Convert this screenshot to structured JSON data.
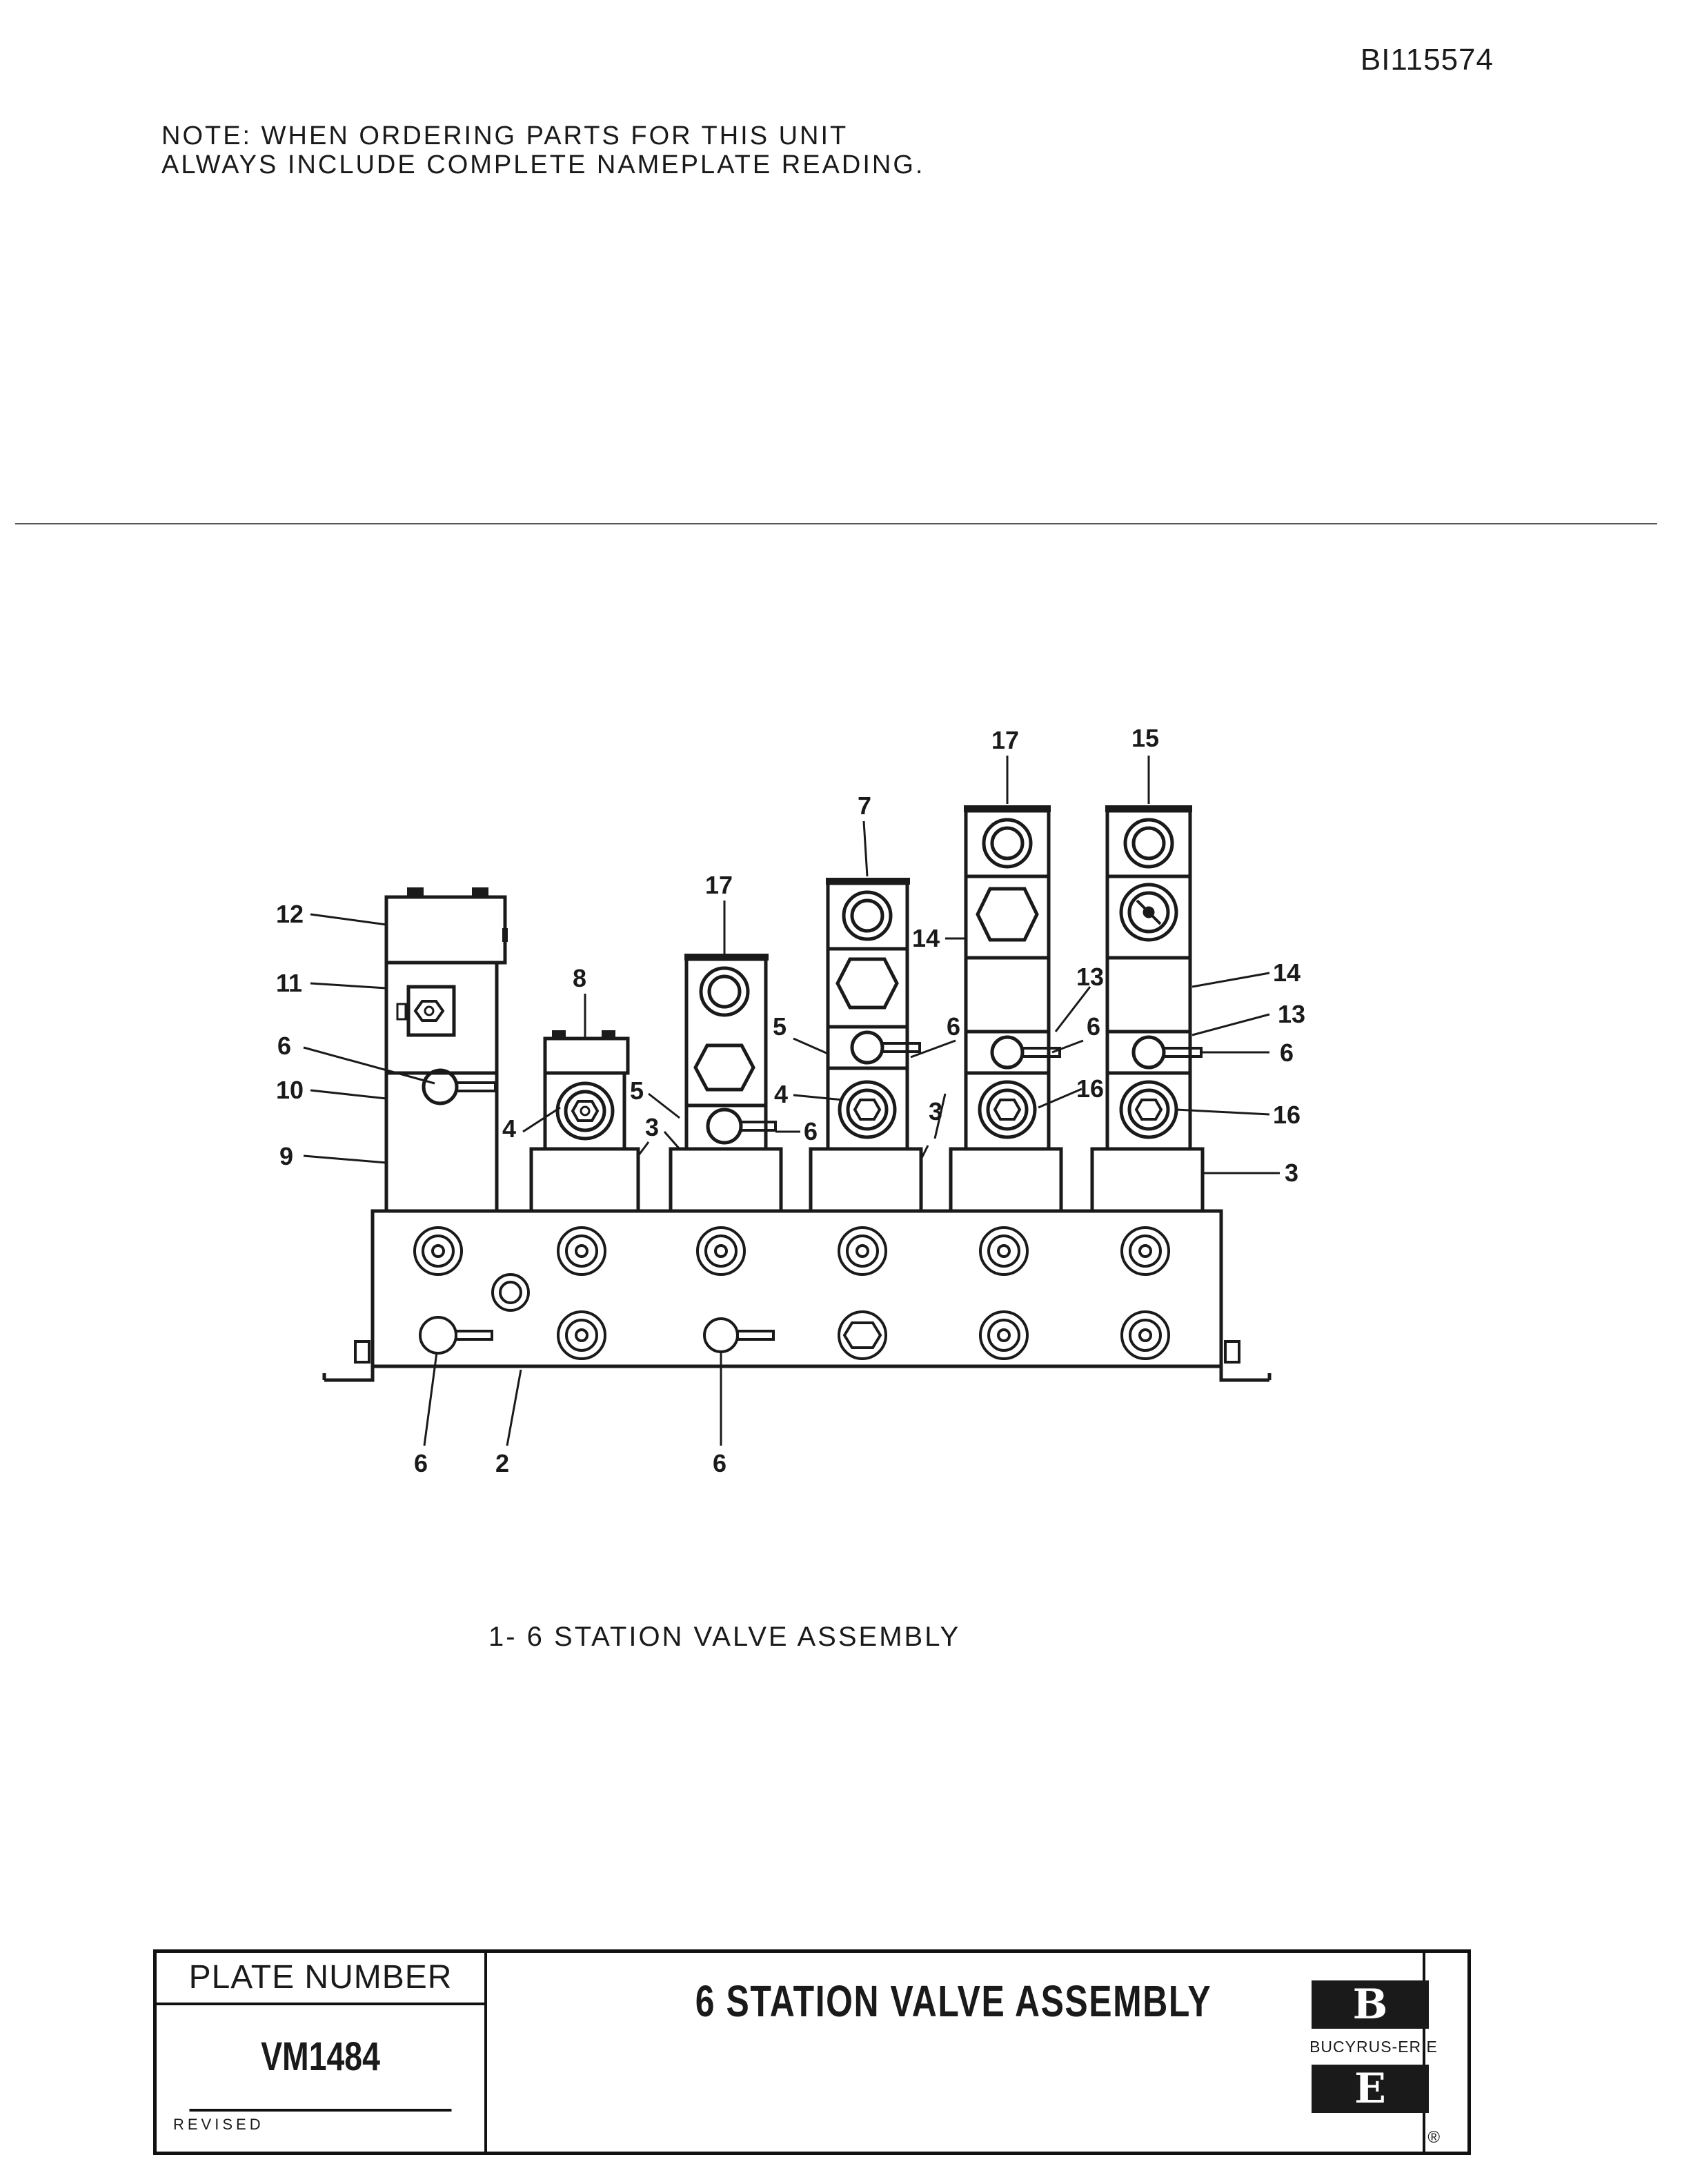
{
  "document_id": "BI115574",
  "note": {
    "line1": "NOTE:  WHEN ORDERING PARTS FOR THIS UNIT",
    "line2": "ALWAYS INCLUDE COMPLETE NAMEPLATE READING."
  },
  "callouts": {
    "c12": "12",
    "c11": "11",
    "c6a": "6",
    "c10": "10",
    "c9": "9",
    "c8": "8",
    "c4a": "4",
    "c5a": "5",
    "c3a": "3",
    "c17a": "17",
    "c6b": "6",
    "c7": "7",
    "c5b": "5",
    "c4b": "4",
    "c6c": "6",
    "c14a": "14",
    "c3b": "3",
    "c17b": "17",
    "c13a": "13",
    "c6d": "6",
    "c16a": "16",
    "c15": "15",
    "c14b": "14",
    "c13b": "13",
    "c6e": "6",
    "c16b": "16",
    "c3c": "3",
    "c6f": "6",
    "c2": "2",
    "c6g": "6"
  },
  "caption": "1- 6 STATION VALVE ASSEMBLY",
  "title_block": {
    "plate_number_label": "PLATE NUMBER",
    "plate_number": "VM1484",
    "revised_label": "REVISED",
    "title": "6 STATION VALVE ASSEMBLY",
    "logo_top_letter": "B",
    "logo_name": "BUCYRUS-ERIE",
    "logo_bottom_letter": "E",
    "registered_mark": "®"
  }
}
